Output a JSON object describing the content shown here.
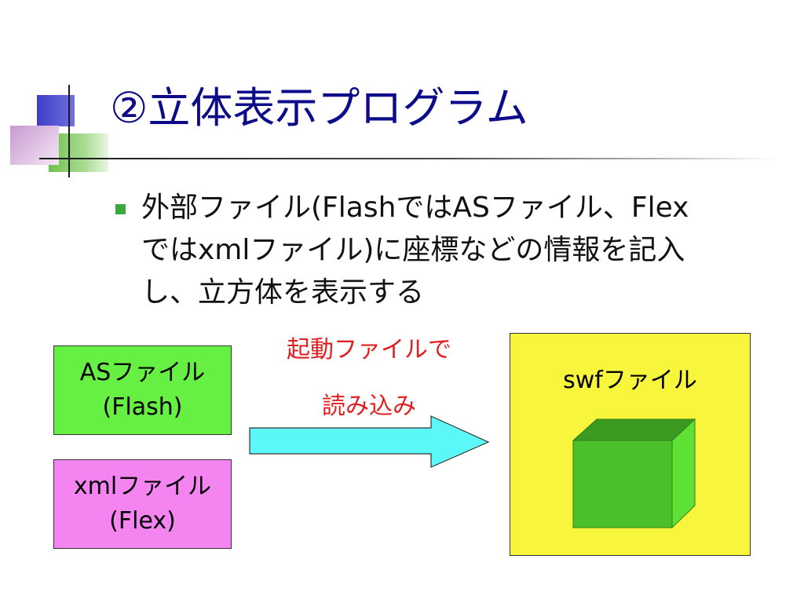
{
  "slide": {
    "title": "②立体表示プログラム",
    "bullet_lines": [
      "外部ファイル(FlashではASファイル、Flex",
      "ではxmlファイル)に座標などの情報を記入",
      "し、立方体を表示する"
    ]
  },
  "diagram": {
    "as_box": {
      "line1": "ASファイル",
      "line2": "(Flash)"
    },
    "xml_box": {
      "line1": "xmlファイル",
      "line2": "(Flex)"
    },
    "arrow_label": {
      "line1": "起動ファイルで",
      "line2": "読み込み"
    },
    "swf_box": {
      "label": "swfファイル"
    }
  },
  "colors": {
    "title": "#0c0c8a",
    "as_box": "#66f044",
    "xml_box": "#f484f0",
    "swf_box": "#f8f63c",
    "arrow_fill": "#5cf8f8",
    "arrow_label": "#e02020",
    "cube_front": "#4cc028",
    "cube_top": "#3a9a22",
    "cube_side": "#5ee034"
  }
}
